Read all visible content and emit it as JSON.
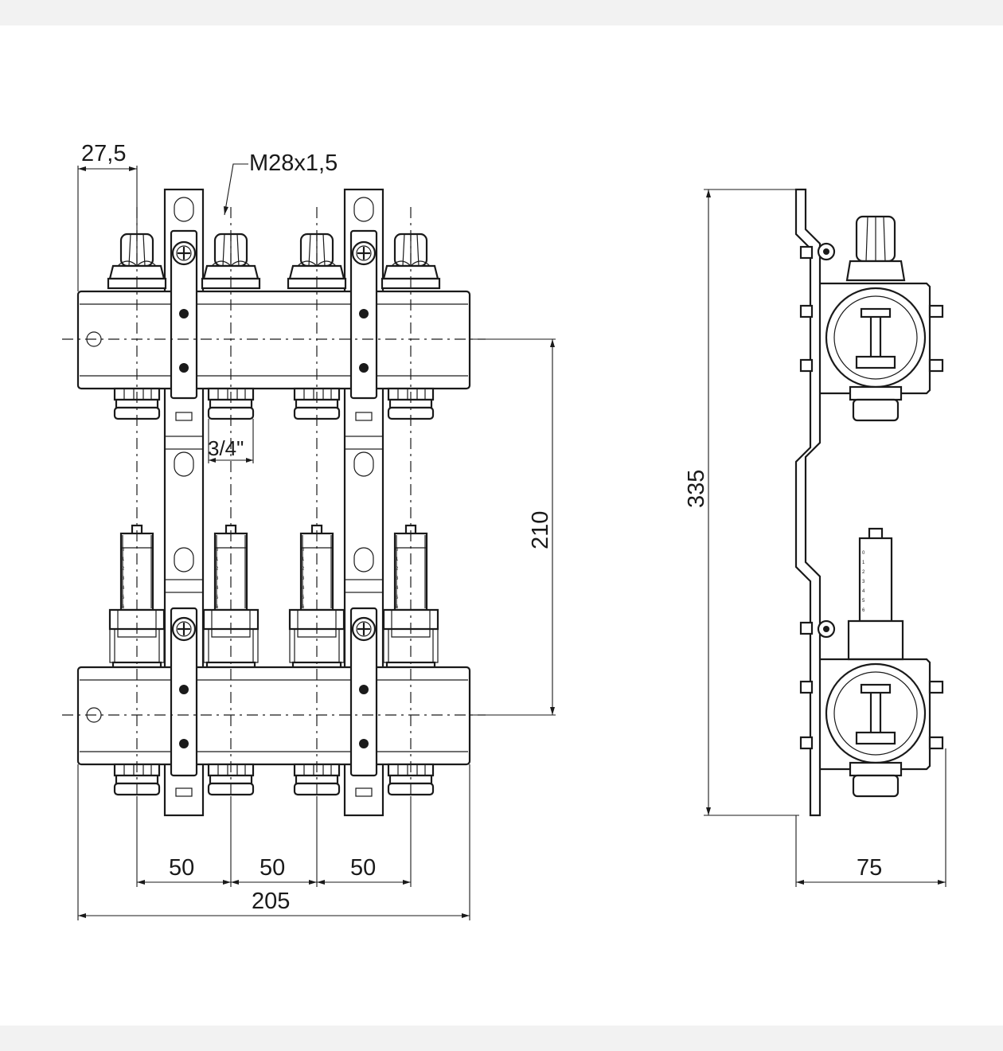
{
  "drawing": {
    "front_view": {
      "dims": {
        "left_offset": "27,5",
        "thread": "M28x1,5",
        "outlet": "3/4\"",
        "spacing_1": "50",
        "spacing_2": "50",
        "spacing_3": "50",
        "overall_width": "205",
        "rail_center_distance": "210"
      }
    },
    "side_view": {
      "dims": {
        "overall_height": "335",
        "depth": "75"
      }
    },
    "flowmeter_scale": [
      "0",
      "1",
      "2",
      "3",
      "4",
      "5",
      "6"
    ],
    "colors": {
      "line": "#1a1a1a",
      "background": "#ffffff",
      "band": "#f2f2f2"
    }
  }
}
